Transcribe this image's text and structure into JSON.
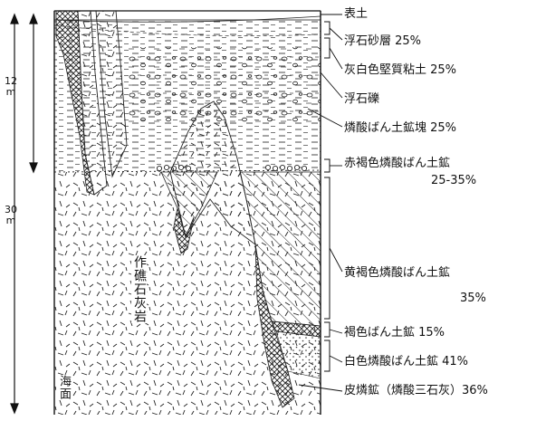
{
  "dimensions": {
    "upper": "12\nm",
    "total": "30\nm"
  },
  "labels": {
    "topsoil": "表土",
    "pumice_sand": "浮石砂層 25%",
    "gray_clay": "灰白色堅質粘土 25%",
    "pumice_gravel": "浮石礫",
    "phosphate_lump": "燐酸ばん土鉱塊 25%",
    "red_brown_ore": "赤褐色燐酸ばん土鉱",
    "red_brown_pct": "25-35%",
    "yellow_brown_ore": "黄褐色燐酸ばん土鉱",
    "yellow_brown_pct": "35%",
    "brown_ore": "褐色ばん土鉱 15%",
    "white_ore": "白色燐酸ばん土鉱 41%",
    "crust": "皮燐鉱（燐酸三石灰）36%",
    "coral_limestone": "作礁石灰岩",
    "sea_level": "海面"
  },
  "colors": {
    "ink": "#111111",
    "paper": "#ffffff"
  }
}
